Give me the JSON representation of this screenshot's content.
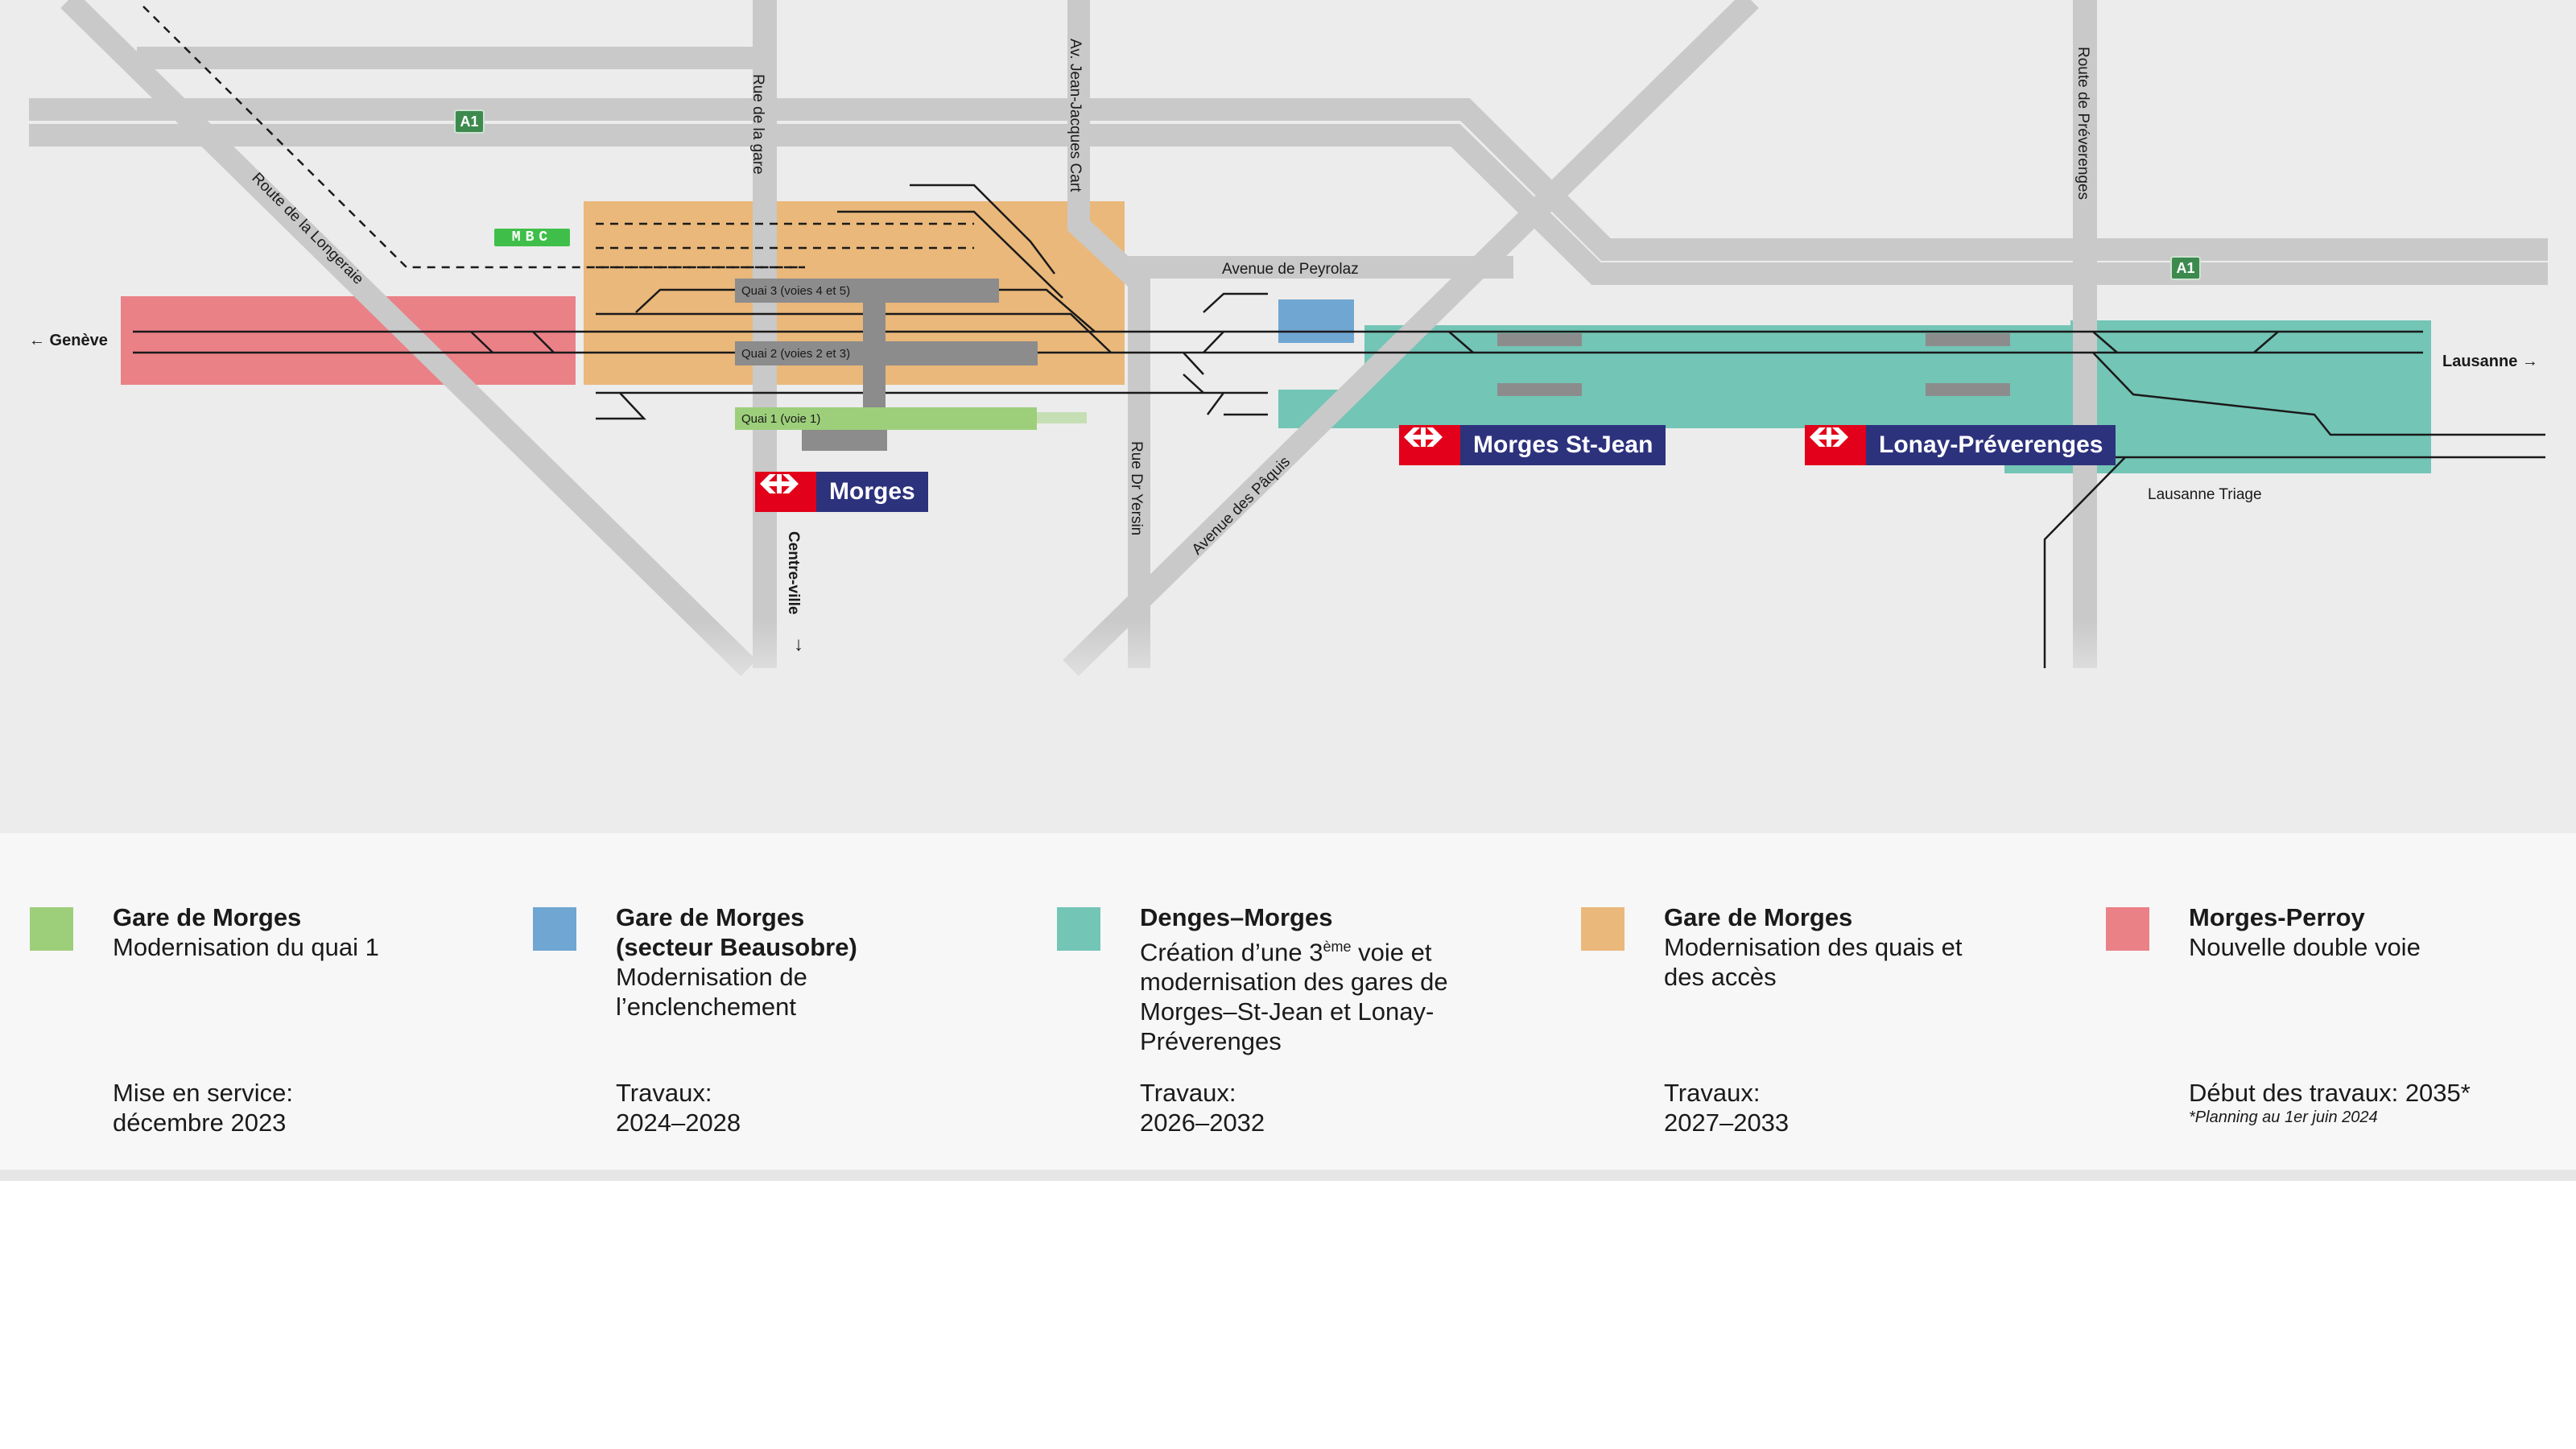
{
  "map": {
    "roads": [
      "Route de la Longeraie",
      "Rue de la gare",
      "Av. Jean-Jacques Cart",
      "Avenue de Peyrolaz",
      "Rue Dr Yersin",
      "Avenue des Pâquis",
      "Route de Préverenges"
    ],
    "motorway_label": "A1",
    "mbc_label": "MBC",
    "directions": {
      "west": "← Genève",
      "east": "Lausanne →",
      "south": "Centre-ville",
      "south_arrow": "↓"
    },
    "quais": [
      "Quai 3 (voies 4 et 5)",
      "Quai 2 (voies 2 et 3)",
      "Quai 1 (voie 1)"
    ],
    "stations": [
      "Morges",
      "Morges St-Jean",
      "Lonay-Préverenges"
    ],
    "triage": "Lausanne Triage",
    "colors": {
      "green": "#9dcf7b",
      "blue": "#6fa6d2",
      "teal": "#73c5b6",
      "orange": "#eab87a",
      "red": "#ea8187",
      "sbb_red": "#e2001a",
      "sbb_blue": "#2d327d"
    }
  },
  "legend": [
    {
      "color": "#9dcf7b",
      "title": "Gare de Morges",
      "desc": "Modernisation du quai 1",
      "time": [
        "Mise en service:",
        "décembre 2023"
      ]
    },
    {
      "color": "#6fa6d2",
      "title": "Gare de Morges (secteur Beausobre)",
      "desc": "Modernisation de l’enclenchement",
      "time": [
        "Travaux:",
        "2024–2028"
      ]
    },
    {
      "color": "#73c5b6",
      "title": "Denges–Morges",
      "desc_pre": "Création d’une 3",
      "desc_sup": "ème",
      "desc_post": " voie et modernisation des gares de Morges–St-Jean et Lonay-Préverenges",
      "time": [
        "Travaux:",
        "2026–2032"
      ]
    },
    {
      "color": "#eab87a",
      "title": "Gare de Morges",
      "desc": "Modernisation des quais et des accès",
      "time": [
        "Travaux:",
        "2027–2033"
      ]
    },
    {
      "color": "#ea8187",
      "title": "Morges-Perroy",
      "desc": "Nouvelle double voie",
      "time": [
        "Début des travaux: 2035*"
      ],
      "note": "*Planning au 1er juin 2024"
    }
  ]
}
